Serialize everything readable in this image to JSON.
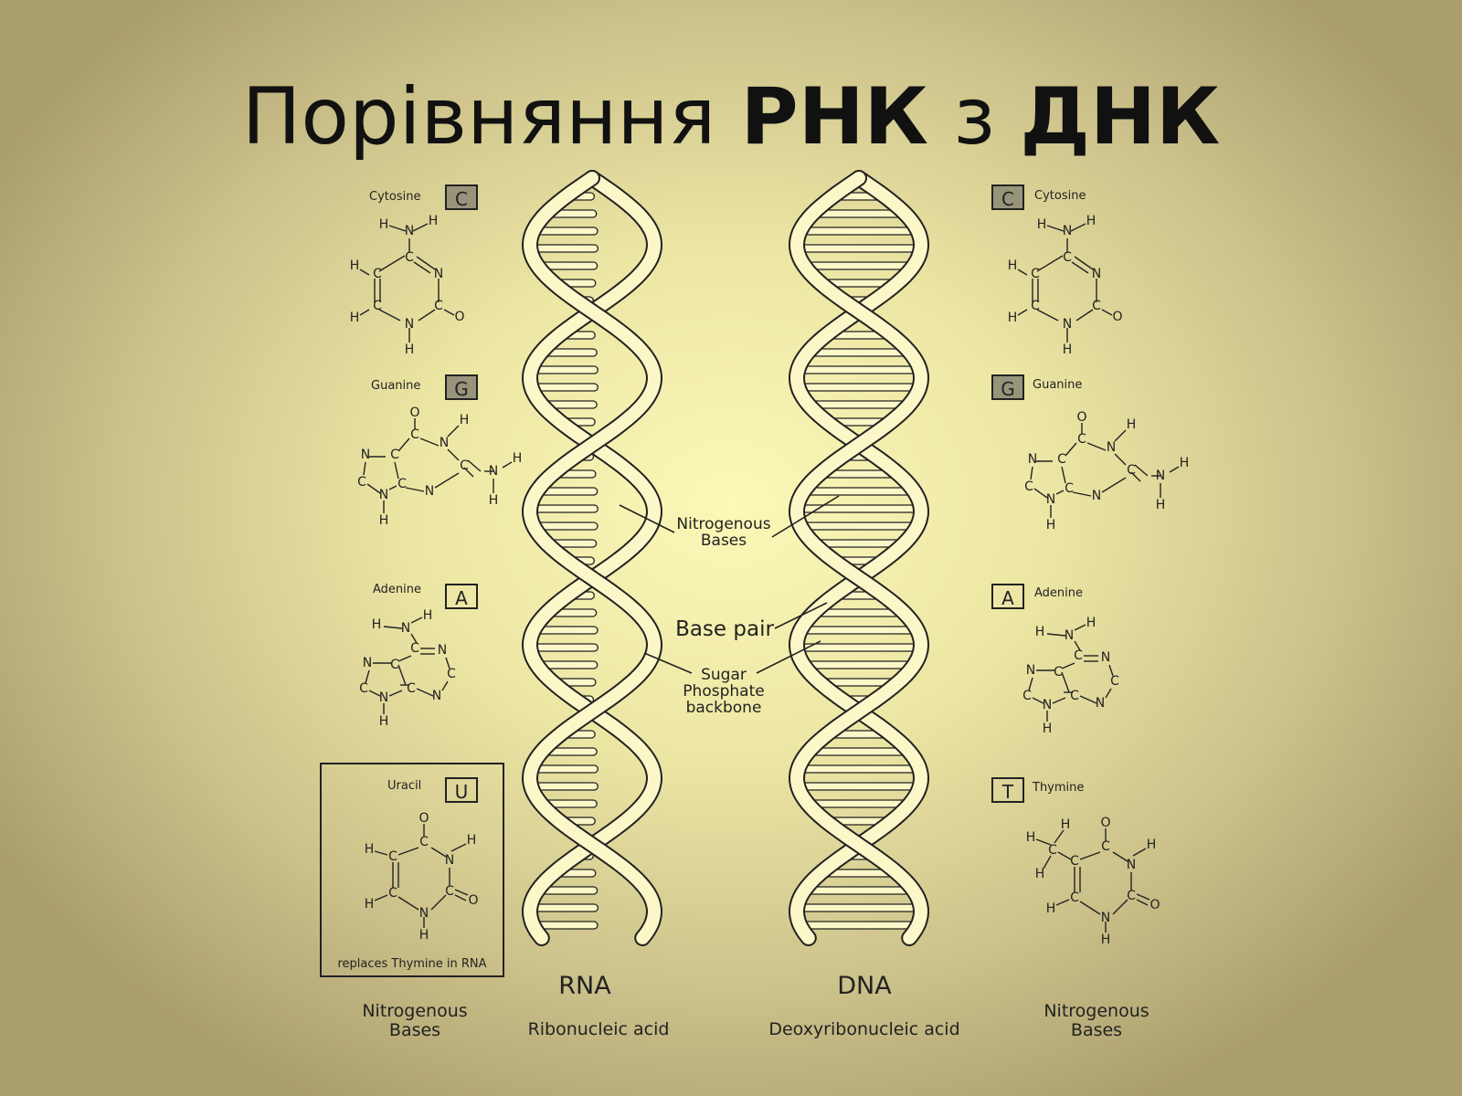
{
  "slide": {
    "title_part1": "Порівняння ",
    "title_rna": "РНК",
    "title_mid": " з ",
    "title_dna": "ДНК"
  },
  "left_bases": [
    {
      "name": "Cytosine",
      "letter": "C"
    },
    {
      "name": "Guanine",
      "letter": "G"
    },
    {
      "name": "Adenine",
      "letter": "A"
    },
    {
      "name": "Uracil",
      "letter": "U"
    }
  ],
  "right_bases": [
    {
      "name": "Cytosine",
      "letter": "C"
    },
    {
      "name": "Guanine",
      "letter": "G"
    },
    {
      "name": "Adenine",
      "letter": "A"
    },
    {
      "name": "Thymine",
      "letter": "T"
    }
  ],
  "uracil_note": "replaces Thymine in RNA",
  "labels": {
    "nitrogenous_bases_1": "Nitrogenous",
    "nitrogenous_bases_2": "Bases",
    "base_pair": "Base pair",
    "sugar_1": "Sugar",
    "sugar_2": "Phosphate",
    "sugar_3": "backbone",
    "rna": "RNA",
    "rna_full": "Ribonucleic acid",
    "dna": "DNA",
    "dna_full": "Deoxyribonucleic acid",
    "left_caption_1": "Nitrogenous",
    "left_caption_2": "Bases",
    "right_caption_1": "Nitrogenous",
    "right_caption_2": "Bases"
  },
  "colors": {
    "letter_box_fill": "#98947a",
    "ink": "#222222"
  },
  "atoms": {
    "H": "H",
    "N": "N",
    "C": "C",
    "O": "O"
  }
}
